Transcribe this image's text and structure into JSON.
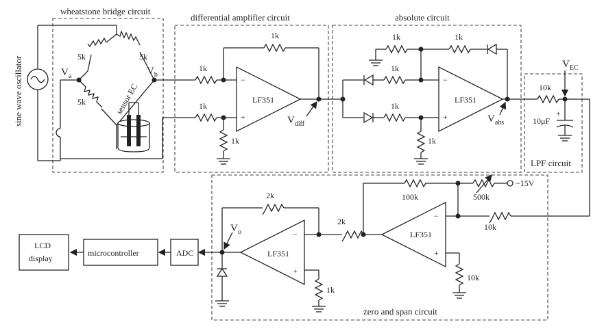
{
  "blocks": {
    "wheatstone": "wheatstone bridge circuit",
    "diff_amp": "differential amplifier circuit",
    "absolute": "absolute circuit",
    "lpf": "LPF circuit",
    "zero_span": "zero and span circuit"
  },
  "components": {
    "oscillator": "sine wave oscillator",
    "sensor": "sensor EC",
    "opamp": "LF351",
    "adc": "ADC",
    "microcontroller": "microcontroller",
    "lcd_line1": "LCD",
    "lcd_line2": "display",
    "supply": "−15V",
    "capacitor": "10μF"
  },
  "values": {
    "r5k": "5k",
    "r1k": "1k",
    "r2k": "2k",
    "r10k": "10k",
    "r100k": "100k",
    "r500k": "500k"
  },
  "nodes": {
    "v_main": "V",
    "a": "a",
    "b": "b",
    "diff": "diff",
    "abs": "abs",
    "ec": "EC",
    "o": "o"
  },
  "signs": {
    "minus": "−",
    "plus": "+"
  }
}
